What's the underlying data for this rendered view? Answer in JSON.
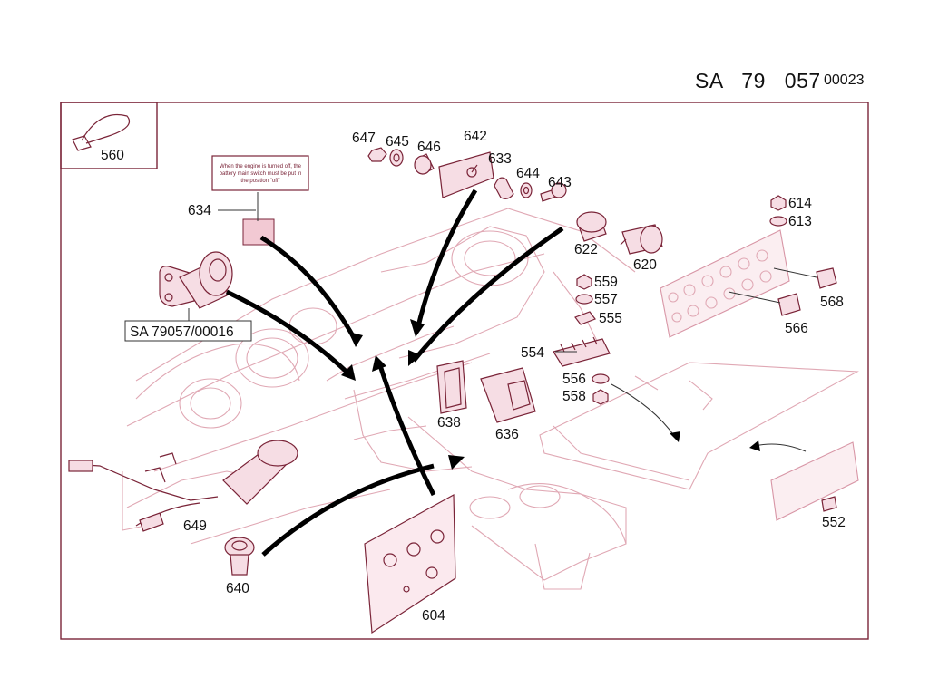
{
  "header": {
    "code": "SA 79 057",
    "sheet": "00023"
  },
  "callouts": {
    "p560": "560",
    "p634": "634",
    "ref": "SA 79057/00016",
    "p647": "647",
    "p645": "645",
    "p646": "646",
    "p642": "642",
    "p633": "633",
    "p644": "644",
    "p643": "643",
    "p622": "622",
    "p620": "620",
    "p614": "614",
    "p613": "613",
    "p568": "568",
    "p566": "566",
    "p559": "559",
    "p557": "557",
    "p555": "555",
    "p554": "554",
    "p556": "556",
    "p558": "558",
    "p638": "638",
    "p636": "636",
    "p649": "649",
    "p640": "640",
    "p604": "604",
    "p552": "552"
  },
  "warning_label": {
    "line1": "When the engine is turned off, the",
    "line2": "battery main switch must be put in",
    "line3": "the position \"off\""
  },
  "colors": {
    "frame": "#7a2438",
    "background_drawing": "#e0a8b4",
    "parts": "#7a2438",
    "arrows": "#000000"
  }
}
